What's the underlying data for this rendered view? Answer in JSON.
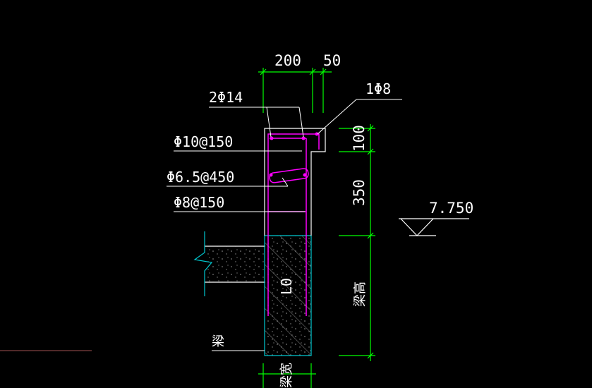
{
  "dimensions": {
    "top_width": "200",
    "top_cover": "50",
    "side_100": "100",
    "side_350": "350",
    "beam_height": "梁高",
    "beam_width": "梁宽"
  },
  "labels": {
    "bar_2phi14": "2Φ14",
    "bar_1phi8": "1Φ8",
    "stirrup_10_150": "Φ10@150",
    "tie_6_5_450": "Φ6.5@450",
    "bar_8_150": "Φ8@150",
    "beam_label": "梁",
    "beam_mark": "L0"
  },
  "elevation": {
    "value": "7.750"
  },
  "colors": {
    "dimension_green": "#00ff00",
    "outline_white": "#ffffff",
    "rebar_magenta": "#ff00ff",
    "concrete_cyan": "#00c8d0",
    "hatch_gray": "#8a8a8a",
    "stray_line": "#a05050"
  }
}
